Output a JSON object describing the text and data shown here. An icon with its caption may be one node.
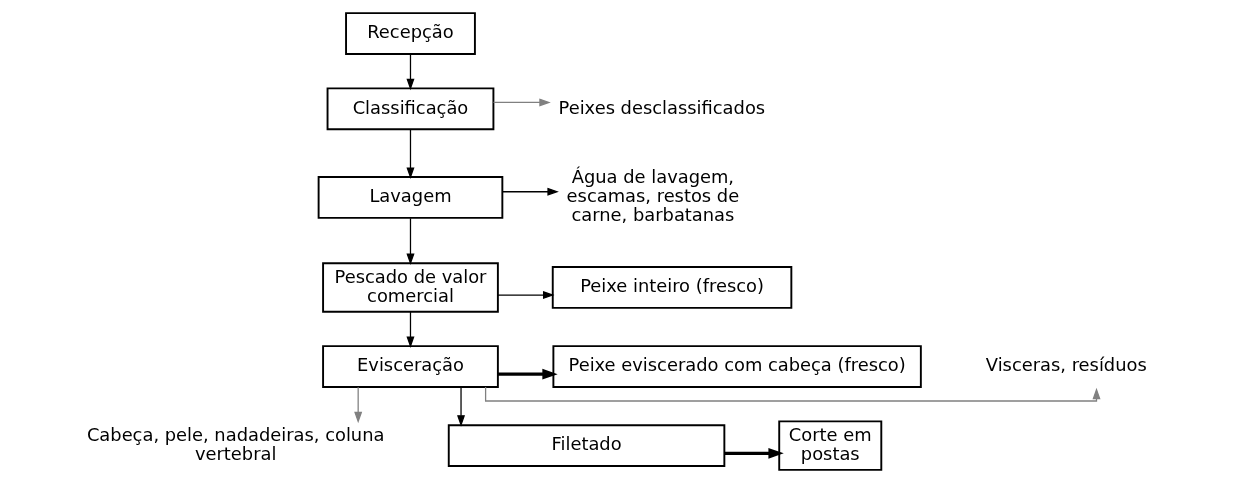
{
  "diagram": {
    "nodes": [
      {
        "text": [
          "Recepção"
        ]
      },
      {
        "text": [
          "Classificação"
        ]
      },
      {
        "text": [
          "Peixes desclassificados"
        ]
      },
      {
        "text": [
          "Lavagem"
        ]
      },
      {
        "text": [
          "Água de lavagem, escamas, restos de carne, barbatanas"
        ]
      },
      {
        "text": [
          "Pescado de valor comercial"
        ]
      },
      {
        "text": [
          "Peixe inteiro (fresco)"
        ]
      },
      {
        "text": [
          "Evisceração"
        ]
      },
      {
        "text": [
          "Visceras, resíduos"
        ]
      },
      {
        "text": [
          "Peixe eviscerado com cabeça (fresco)"
        ]
      },
      {
        "text": [
          "Cabeça, pele, nadadeiras, coluna vertebral"
        ]
      },
      {
        "text": [
          "Filetado"
        ]
      },
      {
        "text": [
          "Corte em postas"
        ]
      }
    ],
    "edges": [
      {
        "from": 0,
        "to": 1,
        "arrow": "to"
      },
      {
        "from": 1,
        "to": 2,
        "arrow": "to",
        "color": "#808080"
      },
      {
        "from": 1,
        "to": 3,
        "arrow": "to"
      },
      {
        "from": 3,
        "to": 4,
        "arrow": "to"
      },
      {
        "from": 3,
        "to": 5,
        "arrow": "to"
      },
      {
        "from": 5,
        "to": 6,
        "arrow": "to"
      },
      {
        "from": 5,
        "to": 7,
        "arrow": "to"
      },
      {
        "from": 7,
        "to": 8,
        "arrow": "to",
        "color": "#808080"
      },
      {
        "from": 7,
        "to": 9,
        "arrow": "to",
        "style": "thick"
      },
      {
        "from": 7,
        "to": 10,
        "arrow": "to",
        "color": "#808080"
      },
      {
        "from": 7,
        "to": 11,
        "arrow": "to"
      },
      {
        "from": 11,
        "to": 12,
        "arrow": "to",
        "style": "thick"
      }
    ]
  }
}
